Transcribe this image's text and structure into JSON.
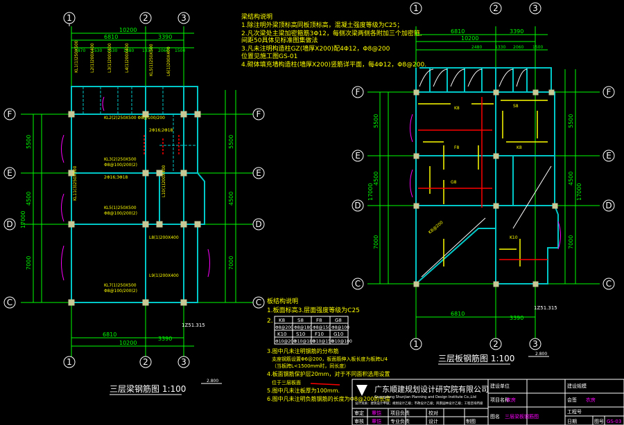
{
  "left_plan": {
    "title": "三层梁钢筋图 1:100",
    "axis_numbers": [
      "1",
      "2",
      "3"
    ],
    "axis_letters": [
      "F",
      "E",
      "D",
      "C"
    ],
    "dims_top_total": "10200",
    "dims_top_mid": [
      "6810",
      "3390"
    ],
    "dims_top_detail": [
      "1870",
      "1530",
      "1530",
      "1880",
      "1330",
      "2060",
      "1500"
    ],
    "dims_side": [
      "5500",
      "4500",
      "7000"
    ],
    "dims_side_total": "17000",
    "dims_bottom_total": "10200",
    "dims_bottom_mid": [
      "6810",
      "3390"
    ],
    "elevation": "1Z51.315",
    "scale_mark": "2.800"
  },
  "right_plan": {
    "title": "三层板钢筋图 1:100",
    "axis_numbers": [
      "1",
      "2",
      "3"
    ],
    "axis_letters": [
      "F",
      "E",
      "D",
      "C"
    ],
    "dims_top_total": "10200",
    "dims_top_mid": [
      "6810",
      "3390"
    ],
    "dims_top_detail": [
      "2480",
      "1330",
      "2060",
      "1500"
    ],
    "dims_side": [
      "5500",
      "4500",
      "7000"
    ],
    "dims_side_total": "17000",
    "dims_bottom_mid": [
      "6810",
      "3390"
    ],
    "elevation": "1Z51.315",
    "scale_mark": "2.800"
  },
  "notes_top": {
    "heading": "梁结构说明",
    "lines": [
      "1.除注明外梁顶标高同板顶标高，混凝土强度等级为C25；",
      "2.凡次梁处主梁加密箍筋3Φ12，每侧次梁两侧各附加三个加密箍,",
      "  间距50具体见标准图集做法",
      "3.凡未注明构造柱GZ(墙厚X200)配4Φ12，Φ8@200",
      "  位置见施工图GS-01",
      "4.砌体填充墙构造柱(墙厚X200)竖筋详平面，每4Φ12，Φ8@200."
    ]
  },
  "notes_bottom": {
    "heading": "板结构说明",
    "line1": "1.板面标高3.层面强度等级为C25",
    "table": [
      [
        "K8",
        "S8",
        "F8",
        "G8"
      ],
      [
        "Φ8@200",
        "Φ8@180",
        "Φ8@150",
        "Φ8@100"
      ],
      [
        "K10",
        "S10",
        "F10",
        "G10"
      ],
      [
        "Φ10@200",
        "Φ10@180",
        "Φ10@150",
        "Φ10@100"
      ]
    ],
    "line3": "3.图中凡未注明钢筋的分布筋",
    "line3a": "支座钢筋设置Φ6@200，板面筋伸入板长度为板跨L/4",
    "line3b": "（当板跨L<1500mm时，同长度）",
    "line4": "4.板面钢筋保护层20mm，对于不同面积选用设置",
    "line4a": "位于三层板面",
    "line5": "5.图中凡未注板厚为100mm.",
    "line6": "6.图中凡未注明负筋钢筋的长度为Φ8@200的长度"
  },
  "title_block": {
    "company_cn": "广东顺建规划设计研究院有限公司",
    "company_en": "Guangdong Shunjian Planning and Design Institute Co.,Ltd",
    "subline": "设计资质：建筑设计甲级；规划设计乙级；市政设计乙级；风景园林设计乙级；工程咨询丙级",
    "cells": [
      "审定",
      "审核",
      "项目负责",
      "专业负责",
      "校对",
      "设计",
      "制图"
    ],
    "right_labels": [
      "建设单位",
      "项目名称",
      "图名",
      "工程号",
      "日期",
      "图号"
    ],
    "right_values": [
      "",
      "农房",
      "三层梁板钢筋图",
      "",
      "",
      "GS-03"
    ],
    "sub_labels": [
      "建设规模",
      "会签"
    ],
    "drawing_no": "GS-03",
    "sign_name": "覃恺"
  }
}
